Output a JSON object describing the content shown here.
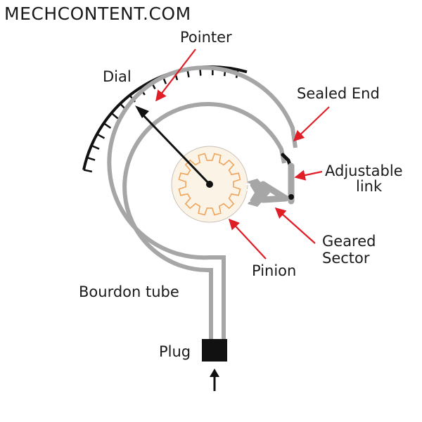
{
  "brand": "MECHCONTENT.COM",
  "labels": {
    "pointer": "Pointer",
    "dial": "Dial",
    "sealed_end": "Sealed End",
    "adjustable_link_line1": "Adjustable",
    "adjustable_link_line2": "link",
    "geared_sector_line1": "Geared",
    "geared_sector_line2": "Sector",
    "pinion": "Pinion",
    "bourdon_tube": "Bourdon tube",
    "plug": "Plug"
  },
  "colors": {
    "tube": "#a6a6a6",
    "arrow_red": "#e01e26",
    "gear_outline": "#f0a35a",
    "disc_fill": "#fbf3e6",
    "ink": "#111111"
  }
}
